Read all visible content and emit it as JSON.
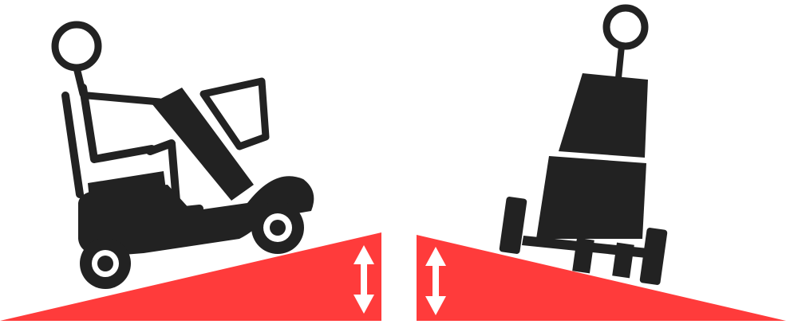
{
  "scene": {
    "background": "#ffffff",
    "ink_color": "#222222",
    "ramp_color": "#ff3b3b",
    "arrow_color": "#ffffff",
    "panels": [
      {
        "subject": "mobility-scooter-rider-side-view",
        "ramp_rises_to": "right",
        "height_indicator": "double-arrow"
      },
      {
        "subject": "mobility-scooter-rear-view",
        "ramp_rises_to": "left",
        "height_indicator": "double-arrow"
      }
    ]
  }
}
